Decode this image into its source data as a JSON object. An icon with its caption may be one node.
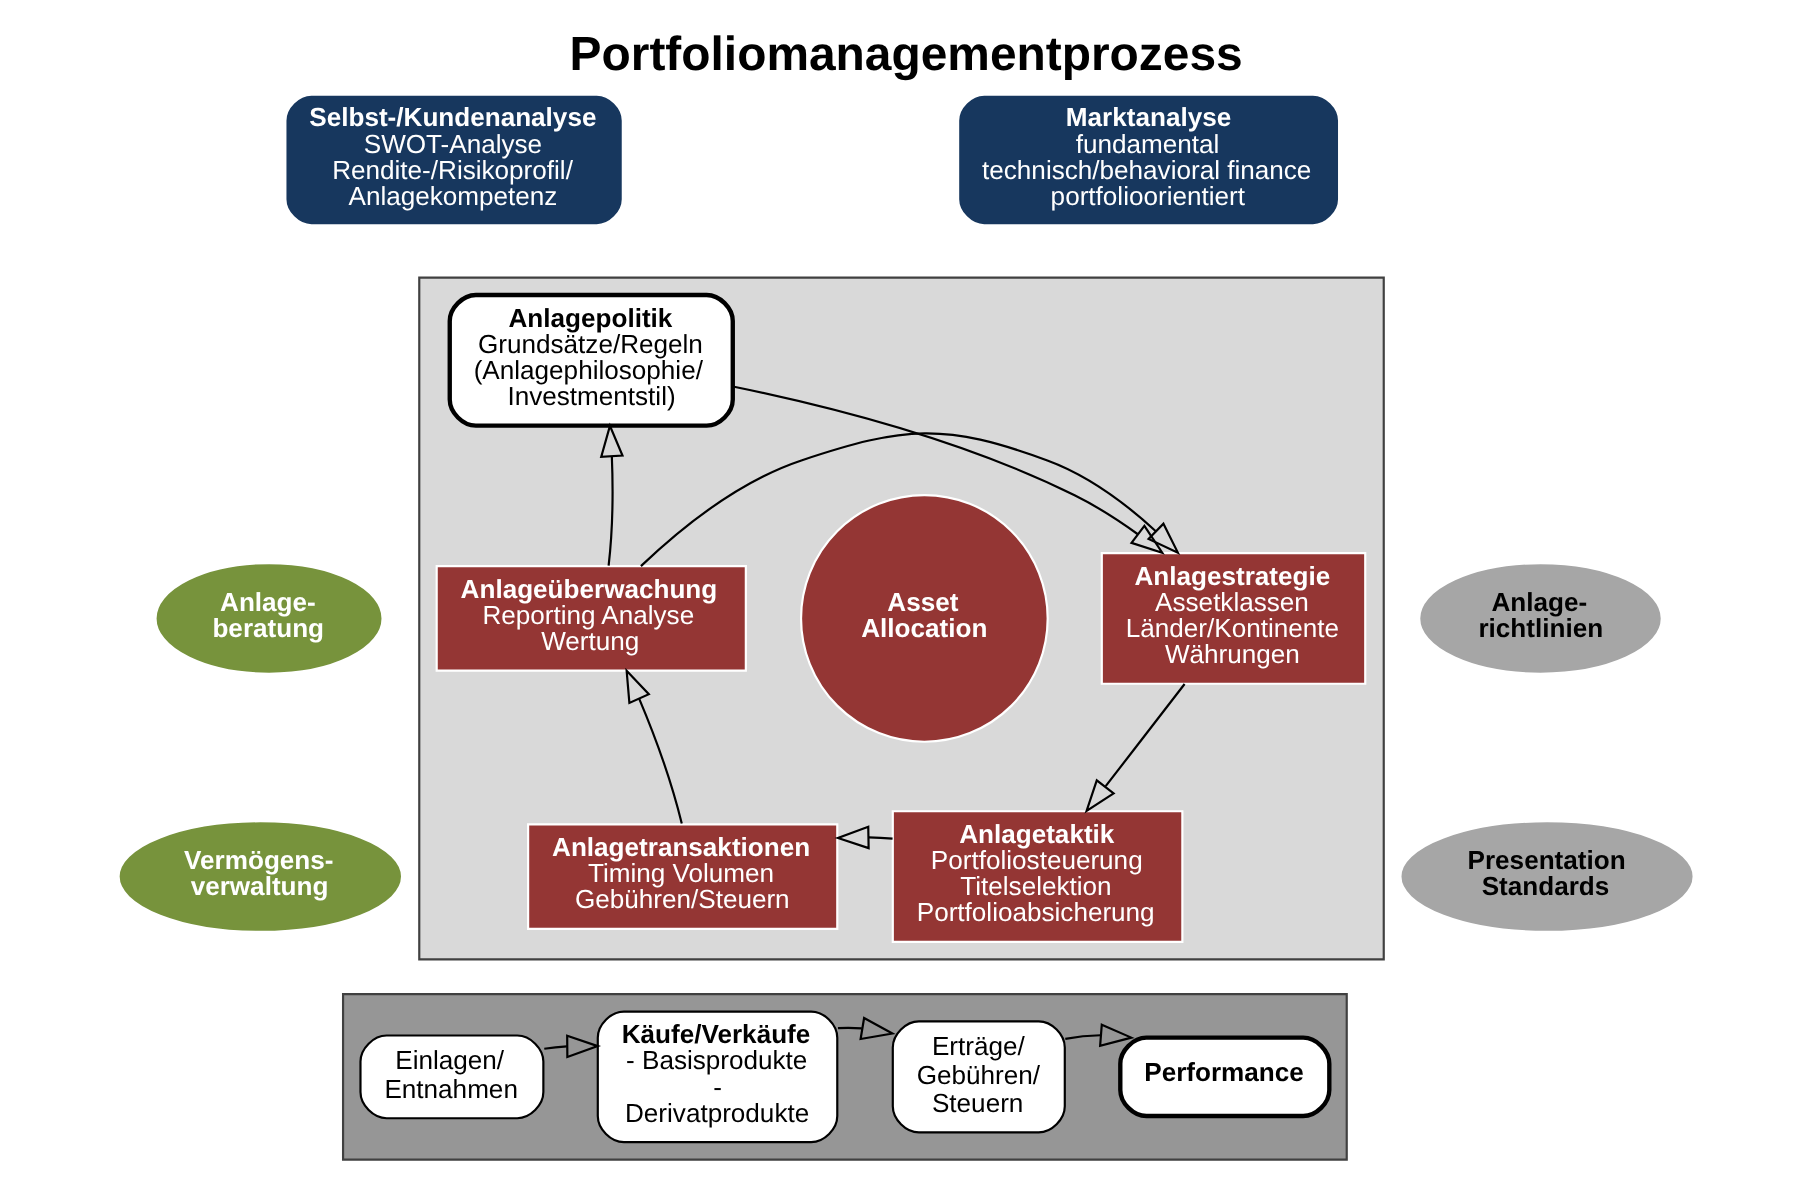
{
  "diagram": {
    "title": "Portfoliomanagementprozess",
    "nodes": [
      {
        "text": [],
        "shape": "box"
      },
      {
        "text": [
          "Selbst-/Kundenanalyse",
          "SWOT-Analyse Rendite-/Risikoprofil/ Anlagekompetenz"
        ]
      },
      {
        "text": [
          "Marktanalyse",
          "fundamental technisch/behavioral finance portfolioorientiert"
        ]
      },
      {
        "text": [
          "Anlagepolitik",
          "Grundsätze/Regeln (Anlagephilosophie/ Investmentstil)"
        ],
        "in": 0
      },
      {
        "text": [
          "Anlageüberwachung",
          "Reporting Analyse Wertung"
        ],
        "in": 0
      },
      {
        "text": [
          "Anlagestrategie",
          "Assetklassen Länder/Kontinente Währungen"
        ],
        "in": 0
      },
      {
        "text": [
          "Anlage- beratung"
        ]
      },
      {
        "text": [
          "Asset Allocation"
        ],
        "in": 0
      },
      {
        "text": [
          "Anlage- richtlinien"
        ]
      },
      {
        "text": [
          "Vermögens- verwaltung"
        ]
      },
      {
        "text": [
          "Anlagetransaktionen",
          "Timing Volumen Gebühren/Steuern"
        ],
        "in": 0
      },
      {
        "text": [
          "Anlagetaktik",
          "Portfoliosteuerung Titelselektion Portfolioabsicherung"
        ],
        "in": 0
      },
      {
        "text": [
          "Presentation Standards"
        ]
      },
      {
        "text": [],
        "shape": "box"
      },
      {
        "text": [
          "Einlagen/ Entnahmen"
        ],
        "in": 13
      },
      {
        "text": [
          "Käufe/Verkäufe",
          "- Basisprodukte - Derivatprodukte"
        ],
        "in": 13
      },
      {
        "text": [
          "Erträge/ Gebühren/ Steuern"
        ],
        "in": 13
      },
      {
        "text": [
          "Performance"
        ],
        "in": 13
      }
    ],
    "edges": [
      {
        "from": 4,
        "to": 3,
        "arrow": "to"
      },
      {
        "from": 3,
        "to": 5,
        "arrow": "to"
      },
      {
        "from": 4,
        "to": 5,
        "arrow": "to"
      },
      {
        "from": 5,
        "to": 11,
        "arrow": "to"
      },
      {
        "from": 11,
        "to": 10,
        "arrow": "to"
      },
      {
        "from": 10,
        "to": 4,
        "arrow": "to"
      },
      {
        "from": 14,
        "to": 15,
        "arrow": "to"
      },
      {
        "from": 15,
        "to": 16,
        "arrow": "to"
      },
      {
        "from": 16,
        "to": 17,
        "arrow": "to"
      }
    ]
  }
}
